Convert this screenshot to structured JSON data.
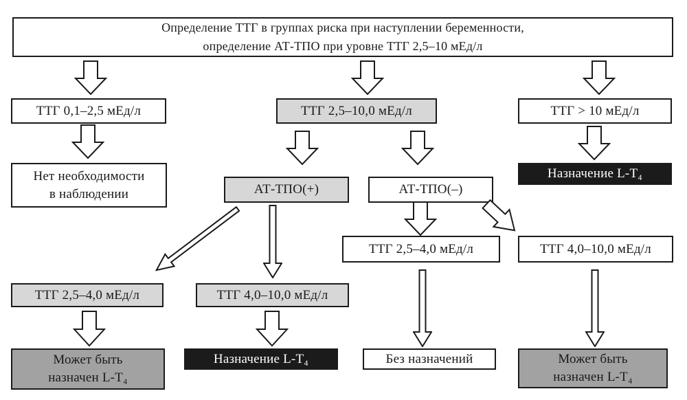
{
  "palette": {
    "box_white": "#ffffff",
    "box_light_gray": "#d7d7d7",
    "box_dark_gray": "#a2a2a2",
    "box_black": "#1b1b1b",
    "border": "#1a1a1a",
    "text": "#1a1a1a",
    "text_on_black": "#ffffff"
  },
  "chart_type": "flowchart",
  "nodes": {
    "root": {
      "text": "Определение ТТГ в группах риска при наступлении беременности,\nопределение АТ-ТПО при уровне ТТГ 2,5–10 мЕд/л"
    },
    "tsh_01_25": {
      "text": "ТТГ 0,1–2,5 мЕд/л"
    },
    "tsh_25_100": {
      "text": "ТТГ 2,5–10,0 мЕд/л"
    },
    "tsh_gt_10": {
      "text": "ТТГ > 10 мЕд/л"
    },
    "no_observation": {
      "text": "Нет необходимости\nв наблюдении"
    },
    "tpo_positive": {
      "text": "АТ-ТПО(+)"
    },
    "tpo_negative": {
      "text": "АТ-ТПО(–)"
    },
    "prescribe_lt4_top": {
      "text": "Назначение L-T₄"
    },
    "tsh_25_40_mid": {
      "text": "ТТГ 2,5–4,0 мЕд/л"
    },
    "tsh_40_100_right": {
      "text": "ТТГ 4,0–10,0 мЕд/л"
    },
    "tsh_25_40_left": {
      "text": "ТТГ 2,5–4,0 мЕд/л"
    },
    "tsh_40_100_mid": {
      "text": "ТТГ 4,0–10,0 мЕд/л"
    },
    "maybe_lt4_left": {
      "text": "Может быть\nназначен L-T₄"
    },
    "prescribe_lt4_bottom": {
      "text": "Назначение L-T₄"
    },
    "no_prescription": {
      "text": "Без назначений"
    },
    "maybe_lt4_right": {
      "text": "Может быть\nназначен L-T₄"
    }
  }
}
